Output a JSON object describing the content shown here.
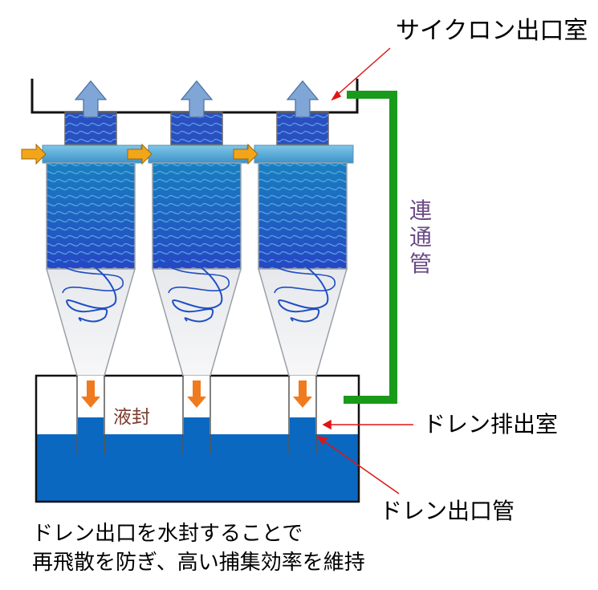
{
  "labels": {
    "cyclone_outlet_chamber": "サイクロン出口室",
    "connecting_pipe": "連通管",
    "liquid_seal": "液封",
    "drain_chamber": "ドレン排出室",
    "drain_outlet_pipe": "ドレン出口管"
  },
  "caption": {
    "line1": "ドレン出口を水封することで",
    "line2": "再飛散を防ぎ、高い捕集効率を維持"
  },
  "colors": {
    "connecting_pipe": "#1a9a1a",
    "water": "#0a68c0",
    "outflow_arrow": "#7fa6d6",
    "inflow_arrow": "#f3a51a",
    "drain_arrow": "#f07a1e",
    "leader_line": "#e01515",
    "vortex": "#1f4fc4"
  },
  "cyclone_count": 3,
  "icons": [
    "outflow-arrow-icon",
    "inflow-arrow-icon",
    "drain-arrow-icon"
  ]
}
